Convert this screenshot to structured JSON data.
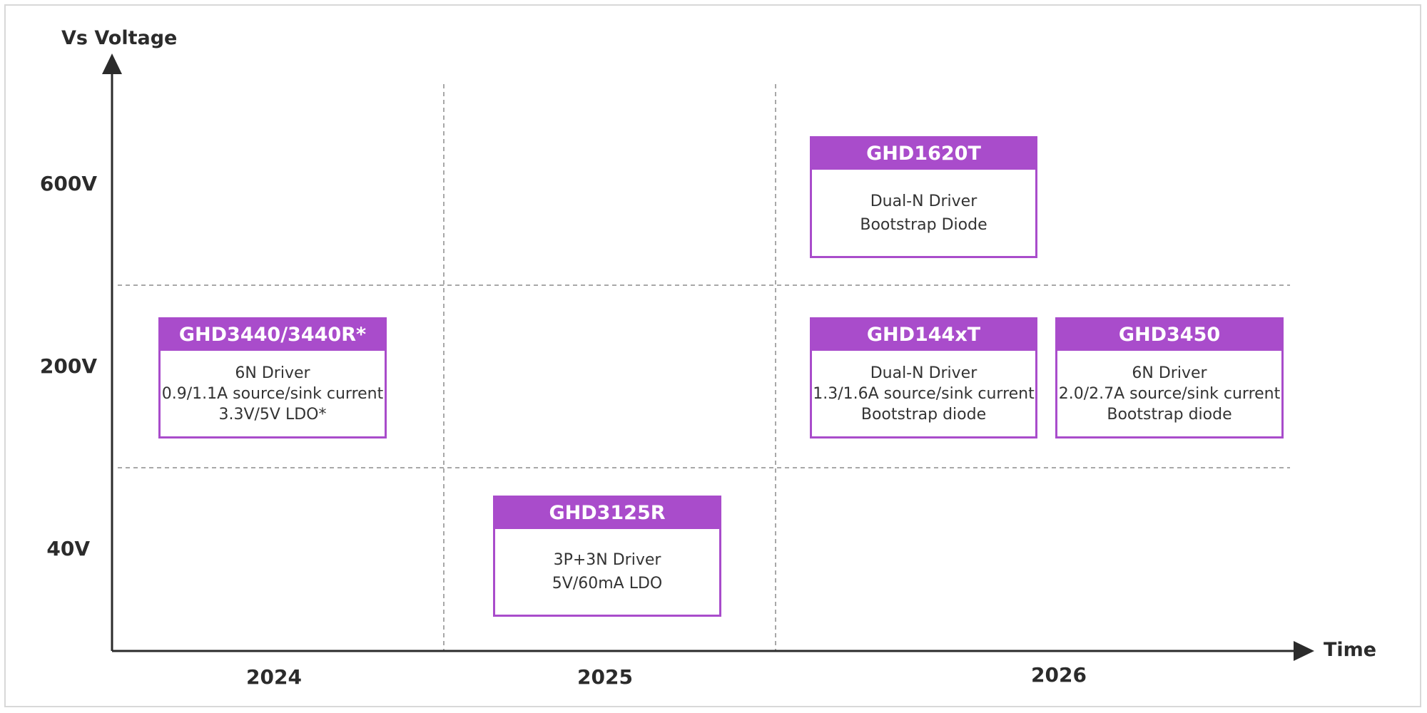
{
  "axes": {
    "y_title": "Vs Voltage",
    "x_title": "Time",
    "y_ticks": [
      "600V",
      "200V",
      "40V"
    ],
    "x_ticks": [
      "2024",
      "2025",
      "2026"
    ]
  },
  "products": [
    {
      "name": "GHD1620T",
      "features": [
        "Dual-N Driver",
        "Bootstrap Diode"
      ]
    },
    {
      "name": "GHD3440/3440R*",
      "features": [
        "6N Driver",
        "0.9/1.1A source/sink current",
        "3.3V/5V LDO*"
      ]
    },
    {
      "name": "GHD144xT",
      "features": [
        "Dual-N Driver",
        "1.3/1.6A source/sink current",
        "Bootstrap diode"
      ]
    },
    {
      "name": "GHD3450",
      "features": [
        "6N Driver",
        "2.0/2.7A source/sink current",
        "Bootstrap diode"
      ]
    },
    {
      "name": "GHD3125R",
      "features": [
        "3P+3N Driver",
        "5V/60mA LDO"
      ]
    }
  ],
  "colors": {
    "accent": "#a94ccb",
    "axis": "#2b2b2b",
    "grid": "#a8a8a8"
  }
}
